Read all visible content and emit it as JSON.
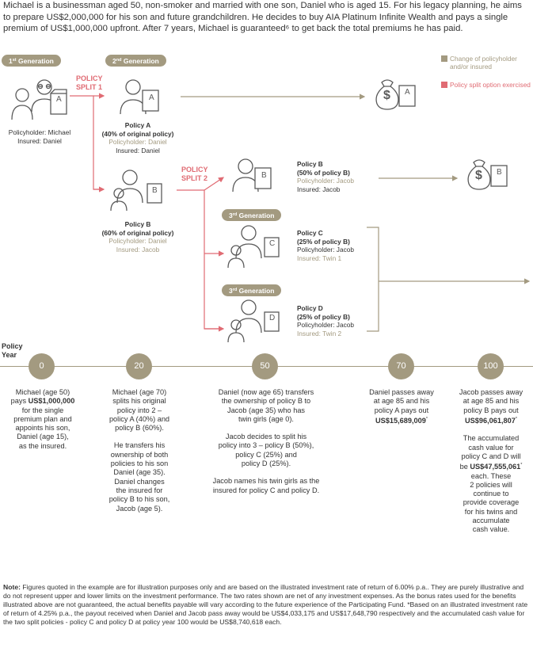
{
  "intro": "Michael is a businessman aged 50, non-smoker and married with one son, Daniel who is aged 15. For his legacy planning, he aims to prepare US$2,000,000 for his son and future grandchildren. He decides to buy AIA Platinum Infinite Wealth and pays a single premium of US$1,000,000 upfront. After 7 years, Michael is guaranteed⁶ to get back the total premiums he has paid.",
  "colors": {
    "tan": "#a39a80",
    "pink": "#e06b73",
    "line": "#a39a80",
    "icon": "#5a5a5a"
  },
  "legend": {
    "change": "Change of policyholder and/or insured",
    "split": "Policy split option exercised"
  },
  "generations": {
    "first": {
      "num": "1",
      "sup": "st",
      "label": " Generation"
    },
    "second": {
      "num": "2",
      "sup": "nd",
      "label": " Generation"
    },
    "third1": {
      "num": "3",
      "sup": "rd",
      "label": " Generation"
    },
    "third2": {
      "num": "3",
      "sup": "rd",
      "label": " Generation"
    }
  },
  "splits": {
    "one": [
      "POLICY",
      "SPLIT 1"
    ],
    "two": [
      "POLICY",
      "SPLIT 2"
    ]
  },
  "icons": {
    "letters": {
      "a": "A",
      "b": "B",
      "c": "C",
      "d": "D"
    },
    "dollar": "$"
  },
  "captions": {
    "michael": {
      "holder": "Policyholder: Michael",
      "insured": "Insured: Daniel"
    },
    "policyA": {
      "title": "Policy A",
      "share": "(40% of original policy)",
      "holder": "Policyholder: Daniel",
      "insured": "Insured: Daniel"
    },
    "policyB60": {
      "title": "Policy B",
      "share": "(60% of original policy)",
      "holder": "Policyholder: Daniel",
      "insured": "Insured: Jacob"
    },
    "policyB50": {
      "title": "Policy B",
      "share": "(50% of policy B)",
      "holder": "Policyholder: Jacob",
      "insured": "Insured: Jacob"
    },
    "policyC": {
      "title": "Policy C",
      "share": "(25% of policy B)",
      "holder": "Policyholder: Jacob",
      "insured": "Insured: Twin 1"
    },
    "policyD": {
      "title": "Policy D",
      "share": "(25% of policy B)",
      "holder": "Policyholder: Jacob",
      "insured": "Insured: Twin 2"
    }
  },
  "timeline": {
    "label": [
      "Policy",
      "Year"
    ],
    "years": [
      "0",
      "20",
      "50",
      "70",
      "100"
    ],
    "col0": {
      "l1": "Michael (age 50)",
      "l2a": "pays ",
      "l2b": "US$1,000,000",
      "l3": "for the single",
      "l4": "premium plan and",
      "l5": "appoints his son,",
      "l6": "Daniel (age 15),",
      "l7": "as the insured."
    },
    "col20": {
      "l1": "Michael (age 70)",
      "l2": "splits his original",
      "l3": "policy into 2 –",
      "l4": "policy A (40%) and",
      "l5": "policy B (60%).",
      "l6": "He transfers his",
      "l7": "ownership of both",
      "l8": "policies to his son",
      "l9": "Daniel (age 35).",
      "l10": "Daniel changes",
      "l11": "the insured for",
      "l12": "policy B to his son,",
      "l13": "Jacob (age 5)."
    },
    "col50": {
      "l1": "Daniel (now age 65) transfers",
      "l2": "the ownership of policy B to",
      "l3": "Jacob (age 35) who has",
      "l4": "twin girls (age 0).",
      "l5": "Jacob decides to split his",
      "l6": "policy into 3 – policy B (50%),",
      "l7": "policy C (25%) and",
      "l8": "policy D (25%).",
      "l9": "Jacob names his twin girls as the",
      "l10": "insured for policy C and policy D."
    },
    "col70": {
      "l1": "Daniel passes away",
      "l2": "at age 85 and his",
      "l3": "policy A pays out",
      "l4": "US$15,689,009",
      "l4s": "*"
    },
    "col100": {
      "l1": "Jacob passes away",
      "l2": "at age 85 and his",
      "l3": "policy B pays out",
      "l4": "US$96,061,807",
      "l4s": "*",
      "l5": "The accumulated",
      "l6": "cash value for",
      "l7": "policy C and D will",
      "l8a": "be ",
      "l8b": "US$47,555,061",
      "l8s": "*",
      "l9": "each. These",
      "l10": "2 policies will",
      "l11": "continue to",
      "l12": "provide coverage",
      "l13": "for his twins and",
      "l14": "accumulate",
      "l15": "cash value."
    }
  },
  "note": {
    "label": "Note:",
    "text": " Figures quoted in the example are for illustration purposes only and are based on the illustrated investment rate of return of 6.00% p.a.. They are purely illustrative and do not represent upper and lower limits on the investment performance. The two rates shown are net of any investment expenses. As the bonus rates used for the benefits illustrated above are not guaranteed, the actual benefits payable will vary according to the future experience of the Participating Fund. *Based on an illustrated investment rate of return of 4.25% p.a., the payout received when Daniel and Jacob pass away would be US$4,033,175 and US$17,648,790 respectively and the accumulated cash value for the two split policies - policy C and policy D at policy year 100 would be US$8,740,618 each."
  }
}
